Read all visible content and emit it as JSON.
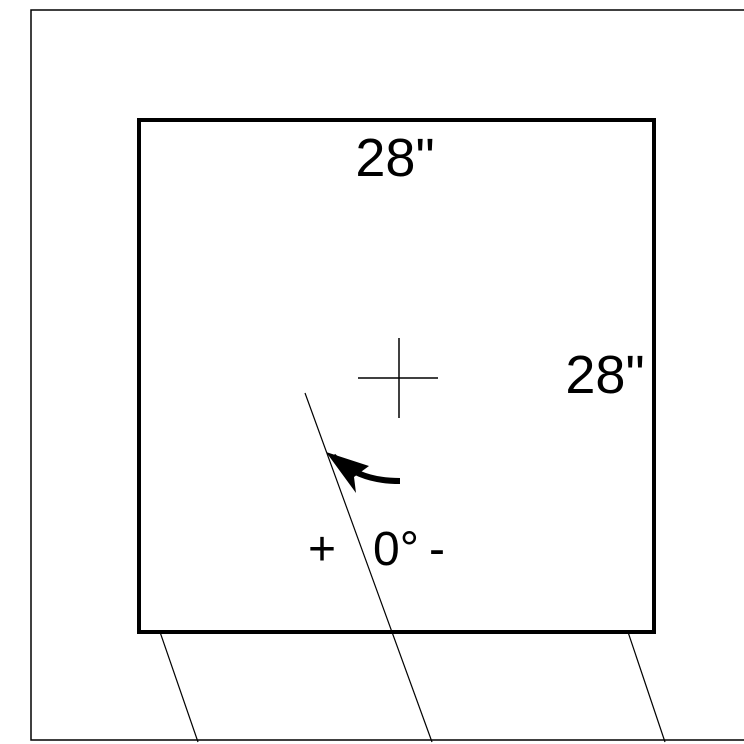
{
  "diagram": {
    "width_label": "28\"",
    "height_label": "28\"",
    "angle": {
      "plus": "+",
      "value": "0°",
      "minus": "-"
    }
  },
  "colors": {
    "stroke": "#000000",
    "background": "#ffffff"
  },
  "icons": {
    "center_marker": "crosshair-icon",
    "rotation_arrow": "curved-arrow-icon"
  }
}
